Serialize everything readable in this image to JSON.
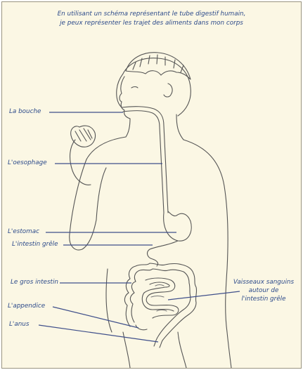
{
  "title_line1": "En utilisant un schéma représentant le tube digestif humain,",
  "title_line2": "je peux représenter les trajet des aliments dans mon corps",
  "labels": {
    "bouche": "La bouche",
    "oesophage": "L'oesophage",
    "estomac": "L'estomac",
    "intestin_grele": "L'intestin grêle",
    "gros_intestin": "Le gros intestin",
    "appendice": "L'appendice",
    "anus": "L'anus",
    "vaisseaux_line1": "Vaisseaux sanguins",
    "vaisseaux_line2": "autour de",
    "vaisseaux_line3": "l'intestin grêle"
  },
  "colors": {
    "text": "#2c4a8a",
    "background": "#fbf7e4",
    "pencil": "#555555"
  }
}
